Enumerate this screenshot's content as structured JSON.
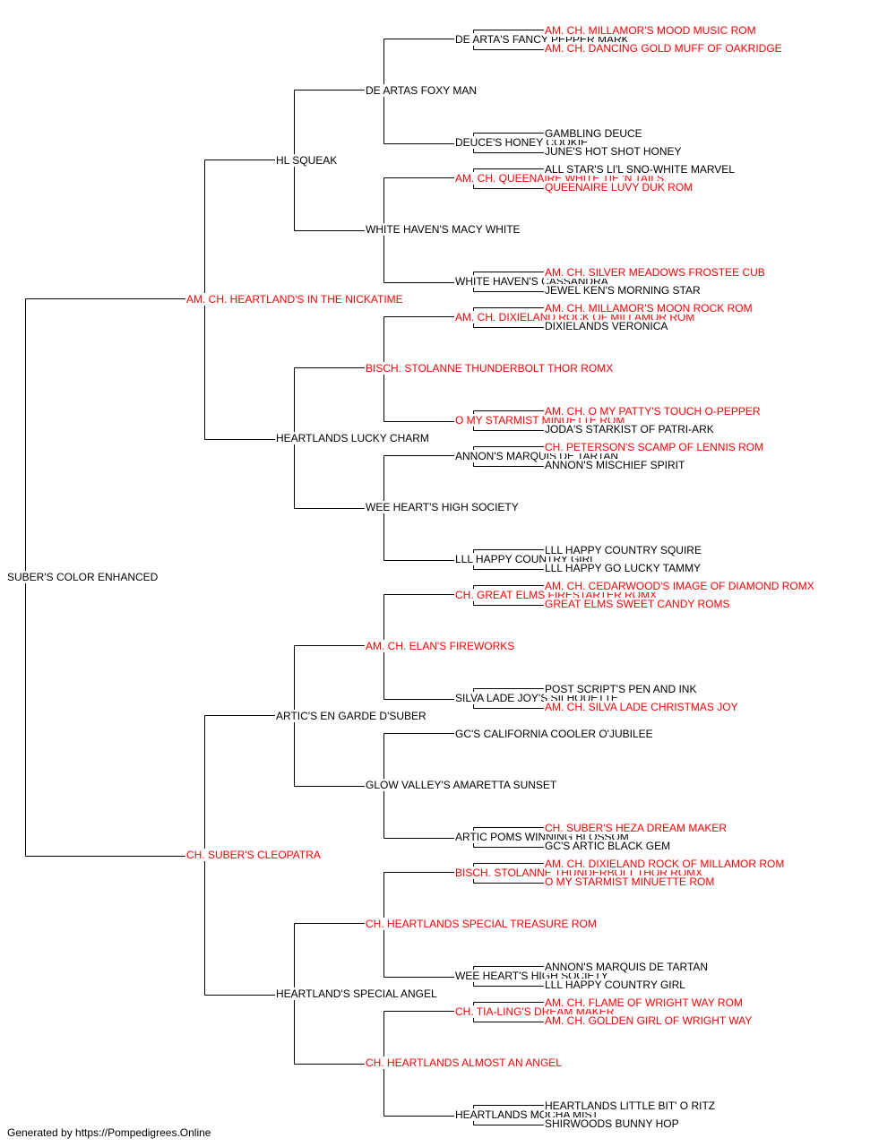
{
  "colors": {
    "line": "#000000",
    "normal_text": "#000000",
    "titled_text": "#ff0000"
  },
  "pedigree": {
    "name": "SUBER'S COLOR ENHANCED",
    "red": false,
    "sire": {
      "name": "AM. CH. HEARTLAND'S IN THE NICKATIME",
      "red": true,
      "sire": {
        "name": "HL SQUEAK",
        "red": false,
        "sire": {
          "name": "DE ARTAS FOXY MAN",
          "red": false,
          "sire": {
            "name": "DE ARTA'S FANCY PEPPER MARK",
            "red": false,
            "sire": {
              "name": "AM. CH. MILLAMOR'S MOOD MUSIC ROM",
              "red": true
            },
            "dam": {
              "name": "AM. CH. DANCING GOLD MUFF OF OAKRIDGE",
              "red": true
            }
          },
          "dam": {
            "name": "DEUCE'S HONEY COOKIE",
            "red": false,
            "sire": {
              "name": "GAMBLING DEUCE",
              "red": false
            },
            "dam": {
              "name": "JUNE'S HOT SHOT HONEY",
              "red": false
            }
          }
        },
        "dam": {
          "name": "WHITE HAVEN'S MACY WHITE",
          "red": false,
          "sire": {
            "name": "AM. CH. QUEENAIRE WHITE TIE 'N TAILS",
            "red": true,
            "sire": {
              "name": "ALL STAR'S LI'L SNO-WHITE MARVEL",
              "red": false
            },
            "dam": {
              "name": "QUEENAIRE LUVY DUK ROM",
              "red": true
            }
          },
          "dam": {
            "name": "WHITE HAVEN'S CASSANDRA",
            "red": false,
            "sire": {
              "name": "AM. CH. SILVER MEADOWS FROSTEE CUB",
              "red": true
            },
            "dam": {
              "name": "JEWEL KEN'S MORNING STAR",
              "red": false
            }
          }
        }
      },
      "dam": {
        "name": "HEARTLANDS LUCKY CHARM",
        "red": false,
        "sire": {
          "name": "BISCH. STOLANNE THUNDERBOLT THOR ROMX",
          "red": true,
          "sire": {
            "name": "AM. CH. DIXIELAND ROCK OF MILLAMOR ROM",
            "red": true,
            "sire": {
              "name": "AM. CH. MILLAMOR'S MOON ROCK ROM",
              "red": true
            },
            "dam": {
              "name": "DIXIELANDS VERONICA",
              "red": false
            }
          },
          "dam": {
            "name": "O MY STARMIST MINUETTE ROM",
            "red": true,
            "sire": {
              "name": "AM. CH. O MY PATTY'S TOUCH O-PEPPER",
              "red": true
            },
            "dam": {
              "name": "JODA'S STARKIST OF PATRI-ARK",
              "red": false
            }
          }
        },
        "dam": {
          "name": "WEE HEART'S HIGH SOCIETY",
          "red": false,
          "sire": {
            "name": "ANNON'S MARQUIS DE TARTAN",
            "red": false,
            "sire": {
              "name": "CH. PETERSON'S SCAMP OF LENNIS ROM",
              "red": true
            },
            "dam": {
              "name": "ANNON'S MISCHIEF SPIRIT",
              "red": false
            }
          },
          "dam": {
            "name": "LLL HAPPY COUNTRY GIRL",
            "red": false,
            "sire": {
              "name": "LLL HAPPY COUNTRY SQUIRE",
              "red": false
            },
            "dam": {
              "name": "LLL HAPPY GO LUCKY TAMMY",
              "red": false
            }
          }
        }
      }
    },
    "dam": {
      "name": "CH. SUBER'S CLEOPATRA",
      "red": true,
      "sire": {
        "name": "ARTIC'S EN GARDE D'SUBER",
        "red": false,
        "sire": {
          "name": "AM. CH. ELAN'S FIREWORKS",
          "red": true,
          "sire": {
            "name": "CH. GREAT ELMS FIRESTARTER ROMX",
            "red": true,
            "sire": {
              "name": "AM. CH. CEDARWOOD'S IMAGE OF DIAMOND ROMX",
              "red": true
            },
            "dam": {
              "name": "GREAT ELMS SWEET CANDY ROMS",
              "red": true
            }
          },
          "dam": {
            "name": "SILVA LADE JOY'S SILHOUETTE",
            "red": false,
            "sire": {
              "name": "POST SCRIPT'S PEN AND INK",
              "red": false
            },
            "dam": {
              "name": "AM. CH. SILVA LADE CHRISTMAS JOY",
              "red": true
            }
          }
        },
        "dam": {
          "name": "GLOW VALLEY'S AMARETTA SUNSET",
          "red": false,
          "sire": {
            "name": "GC'S CALIFORNIA COOLER O'JUBILEE",
            "red": false
          },
          "dam": {
            "name": "ARTIC POMS WINNING BLOSSOM",
            "red": false,
            "sire": {
              "name": "CH. SUBER'S HEZA DREAM MAKER",
              "red": true
            },
            "dam": {
              "name": "GC'S ARTIC BLACK GEM",
              "red": false
            }
          }
        }
      },
      "dam": {
        "name": "HEARTLAND'S SPECIAL ANGEL",
        "red": false,
        "sire": {
          "name": "CH. HEARTLANDS SPECIAL TREASURE ROM",
          "red": true,
          "sire": {
            "name": "BISCH. STOLANNE THUNDERBOLT THOR ROMX",
            "red": true,
            "sire": {
              "name": "AM. CH. DIXIELAND ROCK OF MILLAMOR ROM",
              "red": true
            },
            "dam": {
              "name": "O MY STARMIST MINUETTE ROM",
              "red": true
            }
          },
          "dam": {
            "name": "WEE HEART'S HIGH SOCIETY",
            "red": false,
            "sire": {
              "name": "ANNON'S MARQUIS DE TARTAN",
              "red": false
            },
            "dam": {
              "name": "LLL HAPPY COUNTRY GIRL",
              "red": false
            }
          }
        },
        "dam": {
          "name": "CH. HEARTLANDS ALMOST AN ANGEL",
          "red": true,
          "sire": {
            "name": "CH. TIA-LING'S DREAM MAKER",
            "red": true,
            "sire": {
              "name": "AM. CH. FLAME OF WRIGHT WAY ROM",
              "red": true
            },
            "dam": {
              "name": "AM. CH. GOLDEN GIRL OF WRIGHT WAY",
              "red": true
            }
          },
          "dam": {
            "name": "HEARTLANDS MOCHA MIST",
            "red": false,
            "sire": {
              "name": "HEARTLANDS LITTLE BIT' O RITZ",
              "red": false
            },
            "dam": {
              "name": "SHIRWOODS BUNNY HOP",
              "red": false
            }
          }
        }
      }
    }
  },
  "footer": {
    "text": "Generated by https://Pompedigrees.Online"
  }
}
